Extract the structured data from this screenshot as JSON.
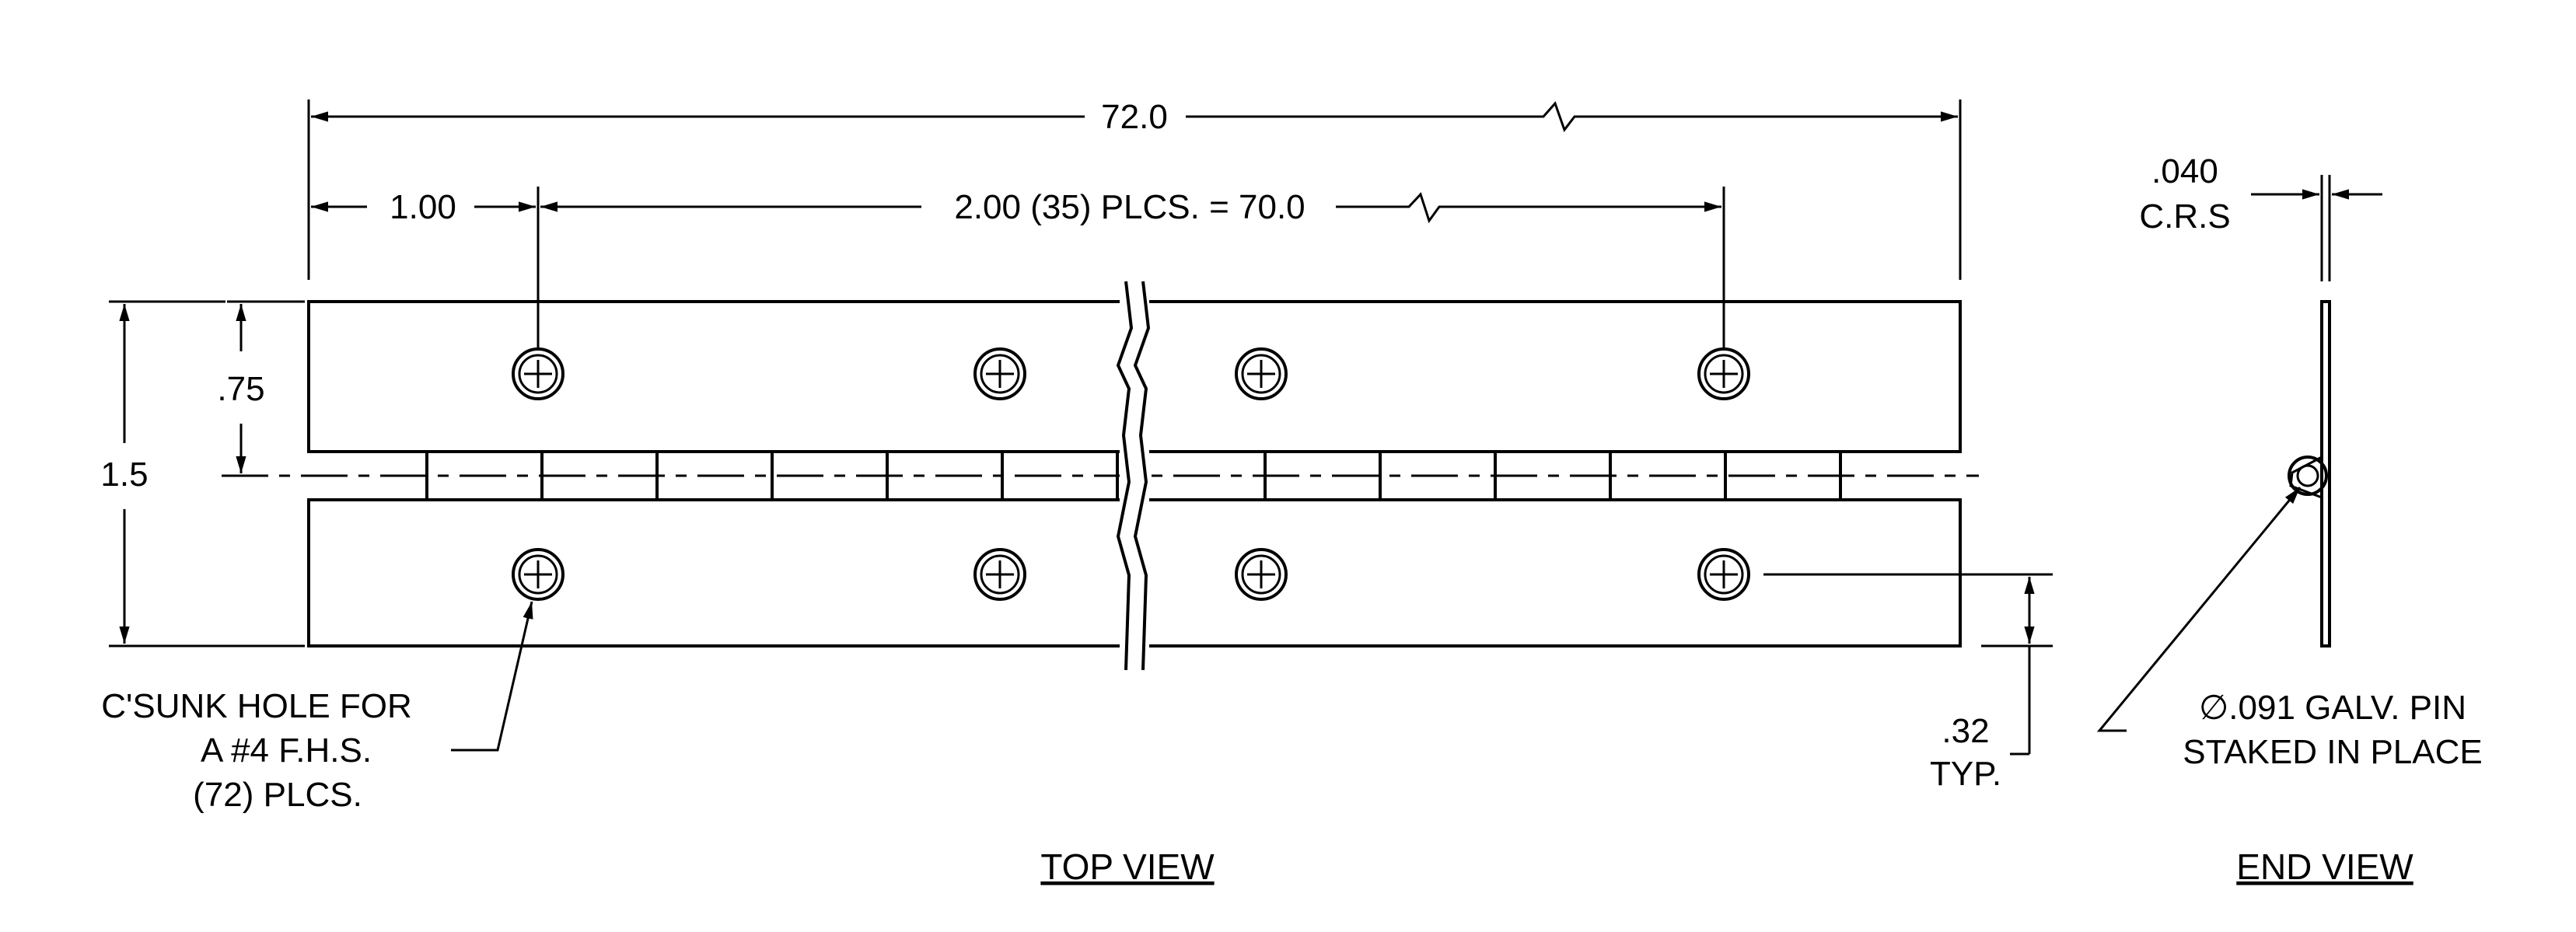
{
  "dimensions": {
    "overall_length": "72.0",
    "first_hole_offset": "1.00",
    "hole_spacing": "2.00 (35) PLCS. = 70.0",
    "half_width": ".75",
    "overall_width": "1.5",
    "edge_distance_value": ".32",
    "edge_distance_suffix": "TYP.",
    "thickness_value": ".040",
    "thickness_material": "C.R.S"
  },
  "notes": {
    "hole_line1": "C'SUNK HOLE FOR",
    "hole_line2": "A #4 F.H.S.",
    "hole_line3": "(72) PLCS.",
    "pin_line1": "∅.091 GALV. PIN",
    "pin_line2": "STAKED IN PLACE"
  },
  "views": {
    "top": "TOP VIEW",
    "end": "END VIEW"
  }
}
